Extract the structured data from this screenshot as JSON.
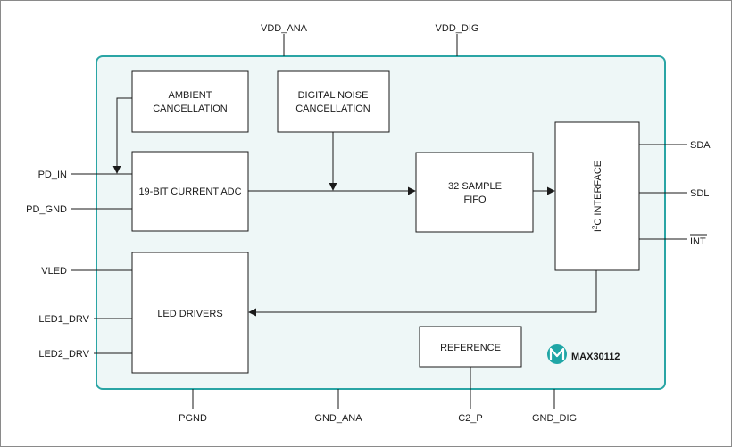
{
  "pins": {
    "vdd_ana": "VDD_ANA",
    "vdd_dig": "VDD_DIG",
    "pd_in": "PD_IN",
    "pd_gnd": "PD_GND",
    "vled": "VLED",
    "led1_drv": "LED1_DRV",
    "led2_drv": "LED2_DRV",
    "pgnd": "PGND",
    "gnd_ana": "GND_ANA",
    "c2_p": "C2_P",
    "gnd_dig": "GND_DIG",
    "sda": "SDA",
    "sdl": "SDL",
    "int": "INT"
  },
  "blocks": {
    "ambient_line1": "AMBIENT",
    "ambient_line2": "CANCELLATION",
    "noise_line1": "DIGITAL NOISE",
    "noise_line2": "CANCELLATION",
    "adc": "19-BIT CURRENT ADC",
    "fifo_line1": "32 SAMPLE",
    "fifo_line2": "FIFO",
    "i2c_prefix": "I",
    "i2c_sup": "2",
    "i2c_rest": "C INTERFACE",
    "led_drivers": "LED DRIVERS",
    "reference": "REFERENCE"
  },
  "brand": {
    "logo_icon": "maxim-logo-icon",
    "part_number": "MAX30112"
  },
  "colors": {
    "chip_fill": "#eef7f7",
    "chip_border": "#2aa5a5",
    "logo": "#1fa6a6"
  }
}
